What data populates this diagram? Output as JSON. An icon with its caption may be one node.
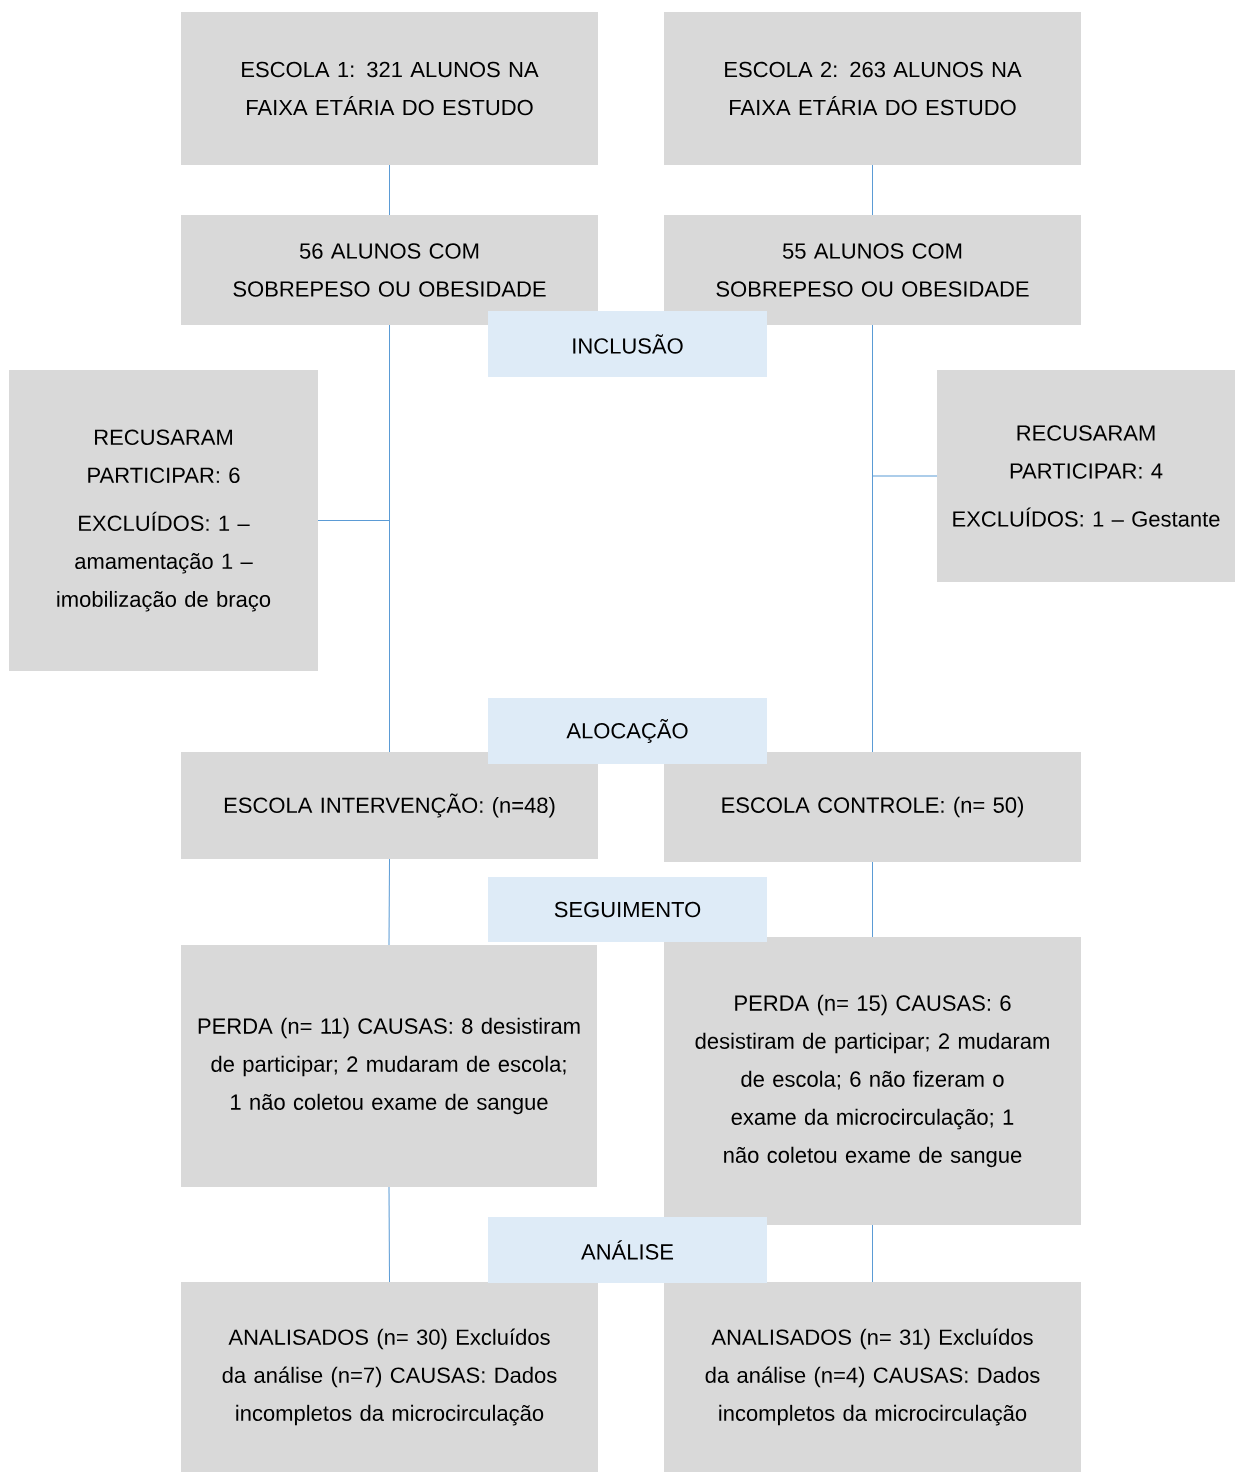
{
  "diagram": {
    "nodes": [
      {
        "text": [
          "ESCOLA 1: 321 ALUNOS NA FAIXA ETÁRIA DO ESTUDO"
        ]
      },
      {
        "text": [
          "ESCOLA 2: 263 ALUNOS NA FAIXA ETÁRIA DO ESTUDO"
        ]
      },
      {
        "text": [
          "56 ALUNOS COM SOBREPESO OU OBESIDADE"
        ]
      },
      {
        "text": [
          "55 ALUNOS COM SOBREPESO OU OBESIDADE"
        ]
      },
      {
        "text": [
          "INCLUSÃO"
        ]
      },
      {
        "text": [
          "RECUSARAM PARTICIPAR: 6",
          "EXCLUÍDOS: 1 – amamentação 1 – imobilização de braço"
        ]
      },
      {
        "text": [
          "RECUSARAM PARTICIPAR: 4",
          "EXCLUÍDOS: 1 – Gestante"
        ]
      },
      {
        "text": [
          "ALOCAÇÃO"
        ]
      },
      {
        "text": [
          "ESCOLA INTERVENÇÃO: (n=48)"
        ]
      },
      {
        "text": [
          "ESCOLA CONTROLE: (n= 50)"
        ]
      },
      {
        "text": [
          "SEGUIMENTO"
        ]
      },
      {
        "text": [
          "PERDA (n= 11) CAUSAS: 8 desistiram de participar; 2 mudaram de escola; 1 não coletou exame de sangue"
        ]
      },
      {
        "text": [
          "PERDA (n= 15) CAUSAS: 6 desistiram de participar; 2 mudaram de escola; 6 não fizeram o exame da microcirculação; 1 não coletou exame de sangue"
        ]
      },
      {
        "text": [
          "ANÁLISE"
        ]
      },
      {
        "text": [
          "ANALISADOS (n= 30) Excluídos da análise (n=7) CAUSAS: Dados incompletos da microcirculação"
        ]
      },
      {
        "text": [
          "ANALISADOS (n= 31) Excluídos da análise (n=4) CAUSAS: Dados incompletos da microcirculação"
        ]
      }
    ],
    "edges": [
      {
        "from": 0,
        "to": 2,
        "arrow": "none"
      },
      {
        "from": 2,
        "to": 5,
        "arrow": "none"
      },
      {
        "from": 2,
        "to": 8,
        "arrow": "none"
      },
      {
        "from": 8,
        "to": 11,
        "arrow": "none"
      },
      {
        "from": 11,
        "to": 14,
        "arrow": "none"
      },
      {
        "from": 1,
        "to": 3,
        "arrow": "none"
      },
      {
        "from": 3,
        "to": 6,
        "arrow": "none"
      },
      {
        "from": 3,
        "to": 9,
        "arrow": "none"
      },
      {
        "from": 9,
        "to": 12,
        "arrow": "none"
      },
      {
        "from": 12,
        "to": 15,
        "arrow": "none"
      }
    ]
  }
}
